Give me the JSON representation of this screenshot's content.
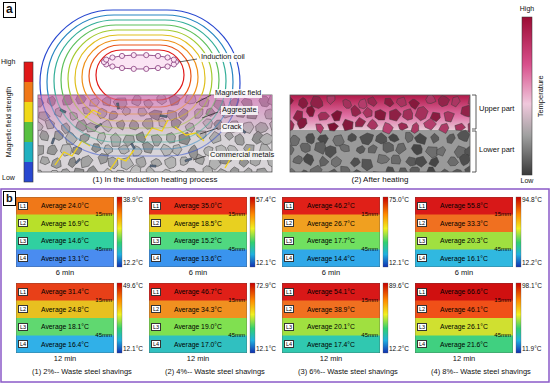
{
  "diagram": {
    "nodes": [
      {
        "text": [
          "L1",
          "Average 24.0°C",
          "15mm",
          "L2",
          "Average 16.9°C",
          "L3",
          "Average 14.6°C",
          "45mm",
          "L4",
          "Average 13.1°C"
        ]
      },
      {
        "text": [
          "L1",
          "Average 35.0°C",
          "15mm",
          "L2",
          "Average 18.5°C",
          "L3",
          "Average 15.2°C",
          "45mm",
          "L4",
          "Average 13.6°C"
        ]
      },
      {
        "text": [
          "L1",
          "Average 46.2°C",
          "15mm",
          "L2",
          "Average 26.7°C",
          "L3",
          "Average 17.7°C",
          "45mm",
          "L4",
          "Average 14.4°C"
        ]
      },
      {
        "text": [
          "L1",
          "Average 55.8°C",
          "15mm",
          "L2",
          "Average 33.3°C",
          "L3",
          "Average 20.3°C",
          "45mm",
          "L4",
          "Average 16.1°C"
        ]
      },
      {
        "text": [
          "L1",
          "Average 31.4°C",
          "15mm",
          "L2",
          "Average 24.8°C",
          "L3",
          "Average 18.1°C",
          "45mm",
          "L4",
          "Average 16.4°C"
        ]
      },
      {
        "text": [
          "L1",
          "Average 46.7°C",
          "15mm",
          "L2",
          "Average 34.3°C",
          "L3",
          "Average 19.0°C",
          "45mm",
          "L4",
          "Average 17.0°C"
        ]
      },
      {
        "text": [
          "L1",
          "Average 54.1°C",
          "15mm",
          "L2",
          "Average 38.9°C",
          "L3",
          "Average 20.1°C",
          "45mm",
          "L4",
          "Average 17.4°C"
        ]
      },
      {
        "text": [
          "L1",
          "Average 66.6°C",
          "15mm",
          "L2",
          "Average 46.1°C",
          "L3",
          "Average 26.1°C",
          "45mm",
          "L4",
          "Average 21.6°C"
        ]
      }
    ],
    "labels": [
      "a",
      "Magnetic field strength",
      "High",
      "Low",
      "Induction coil",
      "Magnetic field",
      "Aggregate",
      "Crack",
      "Commercial metals",
      "(1) In the induction heating process",
      "(2) After heating",
      "Upper part",
      "Lower part",
      "High",
      "Temperature",
      "Low",
      "b",
      "38.9°C",
      "12.2°C",
      "6 min",
      "57.4°C",
      "12.1°C",
      "6 min",
      "75.0°C",
      "12.1°C",
      "6 min",
      "94.8°C",
      "12.2°C",
      "6 min",
      "49.6°C",
      "12.1°C",
      "12 min",
      "72.9°C",
      "12.1°C",
      "12 min",
      "89.6°C",
      "12.2°C",
      "12 min",
      "98.1°C",
      "11.9°C",
      "12 min",
      "(1) 2%-- Waste steel shavings",
      "(2) 4%-- Waste steel shavings",
      "(3) 6%-- Waste steel shavings",
      "(4) 8%-- Waste steel shavings"
    ]
  }
}
